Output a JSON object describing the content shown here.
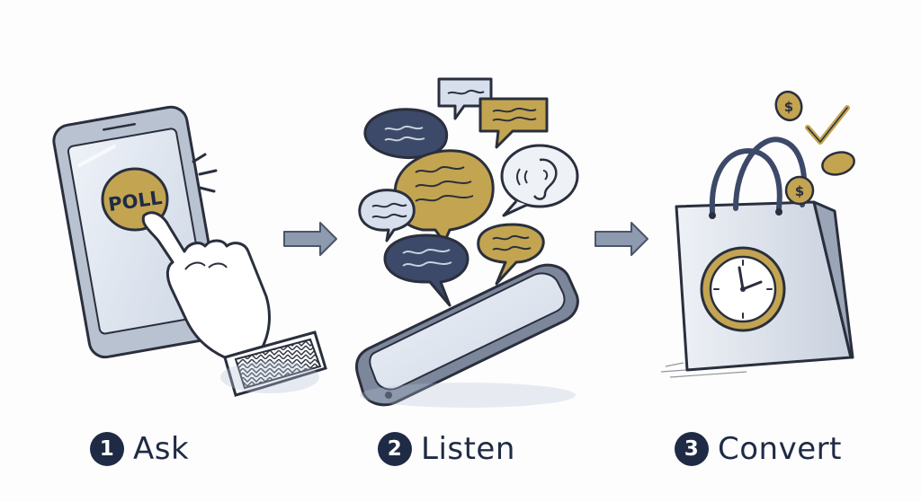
{
  "steps": [
    {
      "number": "1",
      "label": "Ask",
      "icon": "phone-poll-icon"
    },
    {
      "number": "2",
      "label": "Listen",
      "icon": "chat-bubbles-icon"
    },
    {
      "number": "3",
      "label": "Convert",
      "icon": "shopping-bag-icon"
    }
  ],
  "poll_button_text": "POLL",
  "coin_symbol": "$",
  "colors": {
    "navy": "#1f2b45",
    "gold": "#c3a450",
    "slate_blue": "#3c4968",
    "light_blue": "#d7dfec",
    "outline": "#2a2f3d"
  }
}
